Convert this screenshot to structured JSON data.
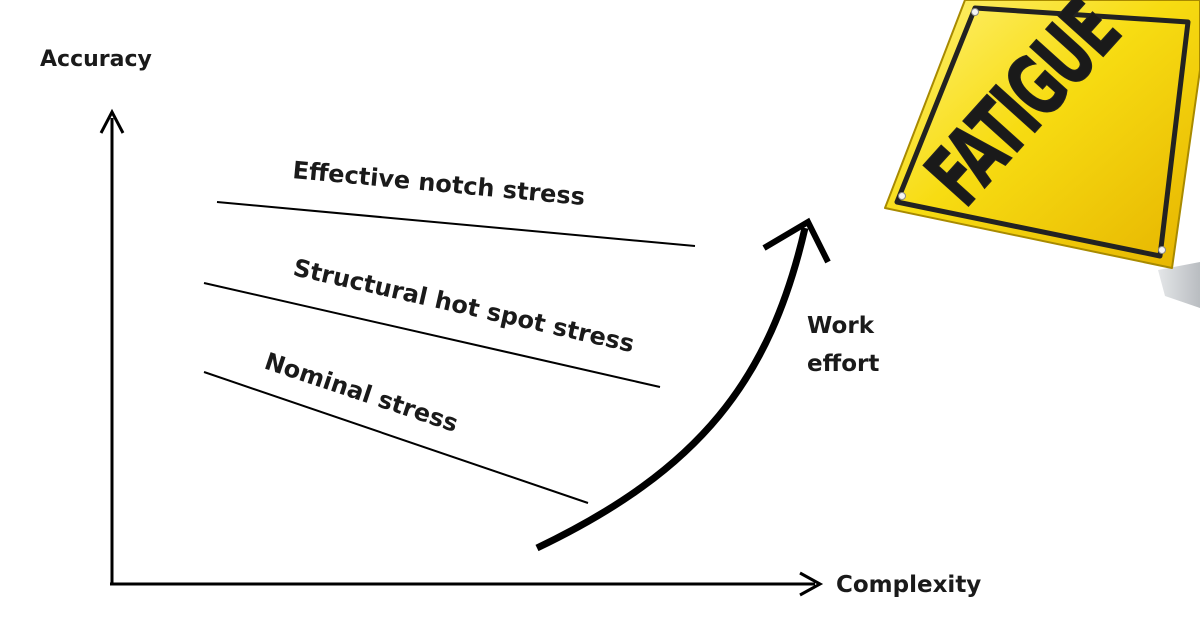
{
  "axes": {
    "y_label": "Accuracy",
    "x_label": "Complexity"
  },
  "methods": [
    {
      "label": "Effective notch stress"
    },
    {
      "label": "Structural hot spot stress"
    },
    {
      "label": "Nominal stress"
    }
  ],
  "effort_arrow": {
    "label_line1": "Work",
    "label_line2": "effort"
  },
  "sign": {
    "text": "FATIGUE",
    "colors": {
      "face": "#f5d90a",
      "face_dark": "#e0b800",
      "border": "#2b2b2b",
      "text": "#3a3a3a",
      "shadow": "#cfd3d6"
    }
  }
}
